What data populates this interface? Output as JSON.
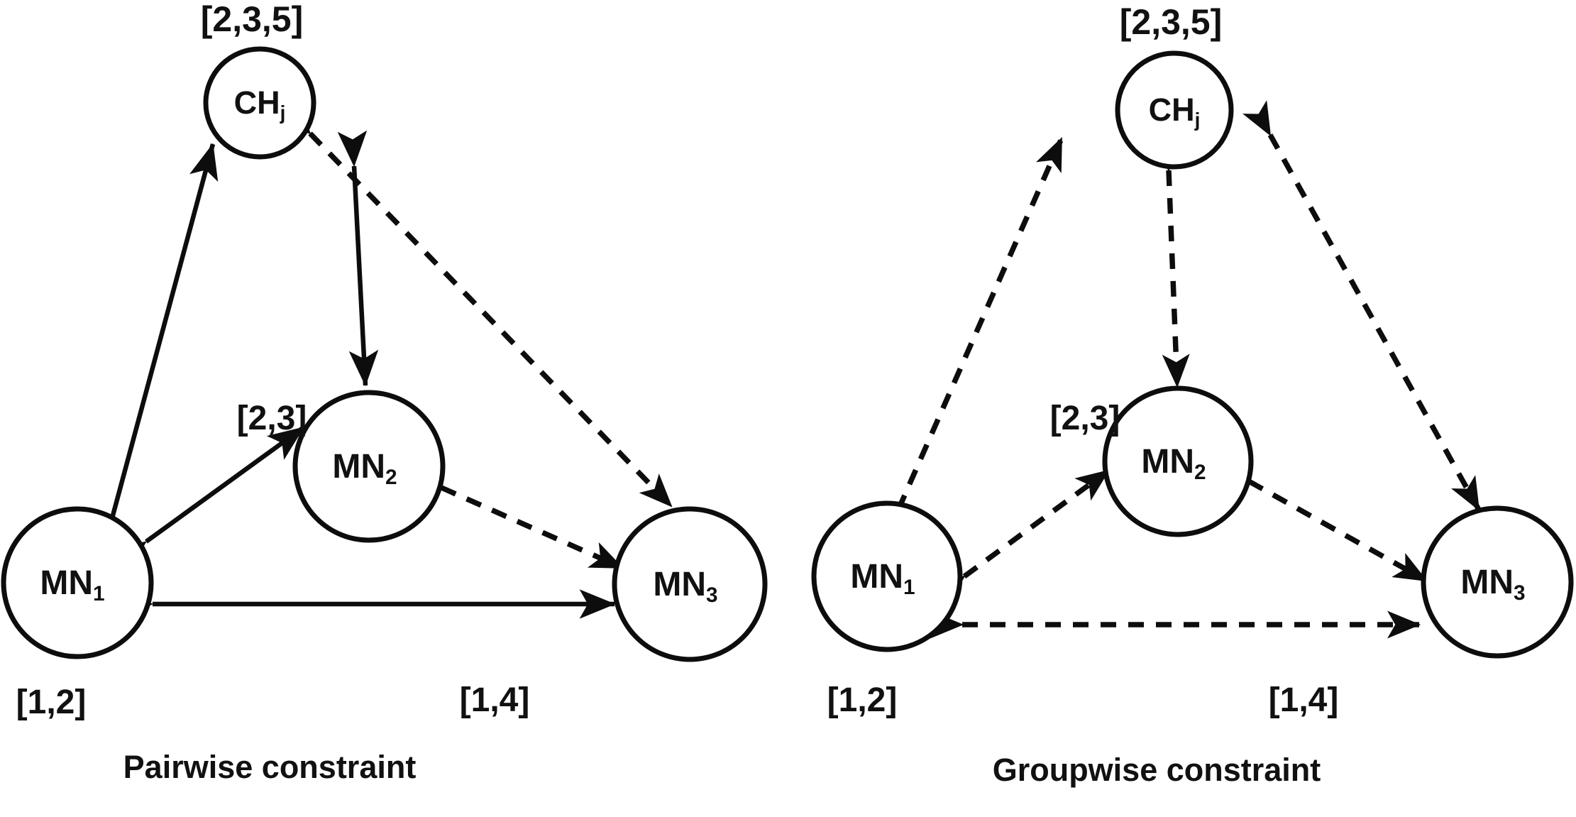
{
  "figure": {
    "type": "diagram",
    "background_color": "#ffffff",
    "stroke_color": "#0d0d0d",
    "panels": [
      {
        "id": "pairwise",
        "caption": "Pairwise constraint",
        "edge_style": "mixed",
        "nodes": [
          {
            "id": "ch",
            "label_main": "CH",
            "label_sub": "j",
            "range": "[2,3,5]",
            "range_position": "above"
          },
          {
            "id": "mn2",
            "label_main": "MN",
            "label_sub": "2",
            "range": "[2,3]",
            "range_position": "below"
          },
          {
            "id": "mn1",
            "label_main": "MN",
            "label_sub": "1",
            "range": "[1,2]",
            "range_position": "below"
          },
          {
            "id": "mn3",
            "label_main": "MN",
            "label_sub": "3",
            "range": "[1,4]",
            "range_position": "below"
          }
        ],
        "edges": [
          {
            "from": "mn1",
            "to": "ch",
            "style": "solid",
            "arrows": "both"
          },
          {
            "from": "ch",
            "to": "mn2",
            "style": "solid",
            "arrows": "both"
          },
          {
            "from": "mn1",
            "to": "mn2",
            "style": "solid",
            "arrows": "both"
          },
          {
            "from": "mn1",
            "to": "mn3",
            "style": "solid",
            "arrows": "both"
          },
          {
            "from": "ch",
            "to": "mn3",
            "style": "dashed",
            "arrows": "both"
          },
          {
            "from": "mn2",
            "to": "mn3",
            "style": "dashed",
            "arrows": "both"
          }
        ]
      },
      {
        "id": "groupwise",
        "caption": "Groupwise constraint",
        "edge_style": "all-dashed",
        "nodes": [
          {
            "id": "ch",
            "label_main": "CH",
            "label_sub": "j",
            "range": "[2,3,5]",
            "range_position": "above"
          },
          {
            "id": "mn2",
            "label_main": "MN",
            "label_sub": "2",
            "range": "[2,3]",
            "range_position": "below"
          },
          {
            "id": "mn1",
            "label_main": "MN",
            "label_sub": "1",
            "range": "[1,2]",
            "range_position": "below"
          },
          {
            "id": "mn3",
            "label_main": "MN",
            "label_sub": "3",
            "range": "[1,4]",
            "range_position": "below"
          }
        ],
        "edges": [
          {
            "from": "mn1",
            "to": "ch",
            "style": "dashed",
            "arrows": "both"
          },
          {
            "from": "ch",
            "to": "mn2",
            "style": "dashed",
            "arrows": "both"
          },
          {
            "from": "mn1",
            "to": "mn2",
            "style": "dashed",
            "arrows": "both"
          },
          {
            "from": "mn1",
            "to": "mn3",
            "style": "dashed",
            "arrows": "both"
          },
          {
            "from": "ch",
            "to": "mn3",
            "style": "dashed",
            "arrows": "both"
          },
          {
            "from": "mn2",
            "to": "mn3",
            "style": "dashed",
            "arrows": "both"
          }
        ]
      }
    ]
  }
}
